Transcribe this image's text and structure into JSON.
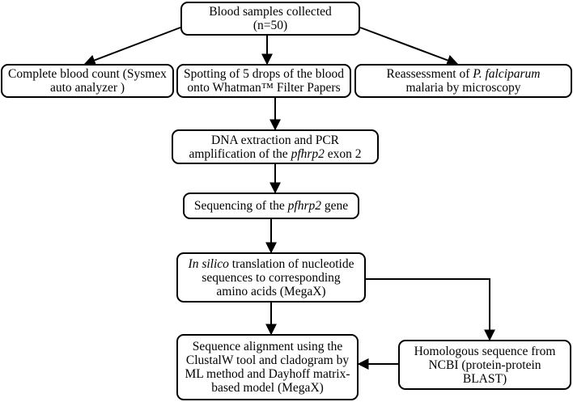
{
  "nodes": [
    {
      "id": "blood-samples",
      "lines": [
        [
          {
            "t": "Blood samples collected"
          }
        ],
        [
          {
            "t": "(n=50)"
          }
        ]
      ]
    },
    {
      "id": "cbc",
      "lines": [
        [
          {
            "t": "Complete blood count (Sysmex"
          }
        ],
        [
          {
            "t": "auto analyzer )"
          }
        ]
      ]
    },
    {
      "id": "spotting",
      "lines": [
        [
          {
            "t": "Spotting of 5 drops of the blood"
          }
        ],
        [
          {
            "t": "onto Whatman™ Filter Papers"
          }
        ]
      ]
    },
    {
      "id": "reassessment",
      "lines": [
        [
          {
            "t": "Reassessment of "
          },
          {
            "t": "P. falciparum",
            "i": true
          }
        ],
        [
          {
            "t": "malaria by microscopy"
          }
        ]
      ]
    },
    {
      "id": "dna-extraction",
      "lines": [
        [
          {
            "t": "DNA extraction and PCR"
          }
        ],
        [
          {
            "t": "amplification of the "
          },
          {
            "t": "pfhrp2",
            "i": true
          },
          {
            "t": " exon 2"
          }
        ]
      ]
    },
    {
      "id": "sequencing",
      "lines": [
        [
          {
            "t": "Sequencing of the "
          },
          {
            "t": "pfhrp2",
            "i": true
          },
          {
            "t": " gene"
          }
        ]
      ]
    },
    {
      "id": "translation",
      "lines": [
        [
          {
            "t": "In silico",
            "i": true
          },
          {
            "t": " translation of nucleotide"
          }
        ],
        [
          {
            "t": "sequences to corresponding"
          }
        ],
        [
          {
            "t": "amino acids (MegaX)"
          }
        ]
      ]
    },
    {
      "id": "alignment",
      "lines": [
        [
          {
            "t": "Sequence alignment using the"
          }
        ],
        [
          {
            "t": "ClustalW tool and cladogram by"
          }
        ],
        [
          {
            "t": "ML method and Dayhoff matrix-"
          }
        ],
        [
          {
            "t": "based model (MegaX)"
          }
        ]
      ]
    },
    {
      "id": "homologous",
      "lines": [
        [
          {
            "t": "Homologous sequence from"
          }
        ],
        [
          {
            "t": "NCBI (protein-protein"
          }
        ],
        [
          {
            "t": "BLAST)"
          }
        ]
      ]
    }
  ],
  "edges": [
    {
      "from": "blood-samples",
      "to": "cbc"
    },
    {
      "from": "blood-samples",
      "to": "spotting"
    },
    {
      "from": "blood-samples",
      "to": "reassessment"
    },
    {
      "from": "spotting",
      "to": "dna-extraction"
    },
    {
      "from": "dna-extraction",
      "to": "sequencing"
    },
    {
      "from": "sequencing",
      "to": "translation"
    },
    {
      "from": "translation",
      "to": "alignment"
    },
    {
      "from": "translation",
      "to": "homologous"
    },
    {
      "from": "homologous",
      "to": "alignment"
    }
  ],
  "colors": {
    "stroke": "#000000",
    "background": "#ffffff"
  }
}
